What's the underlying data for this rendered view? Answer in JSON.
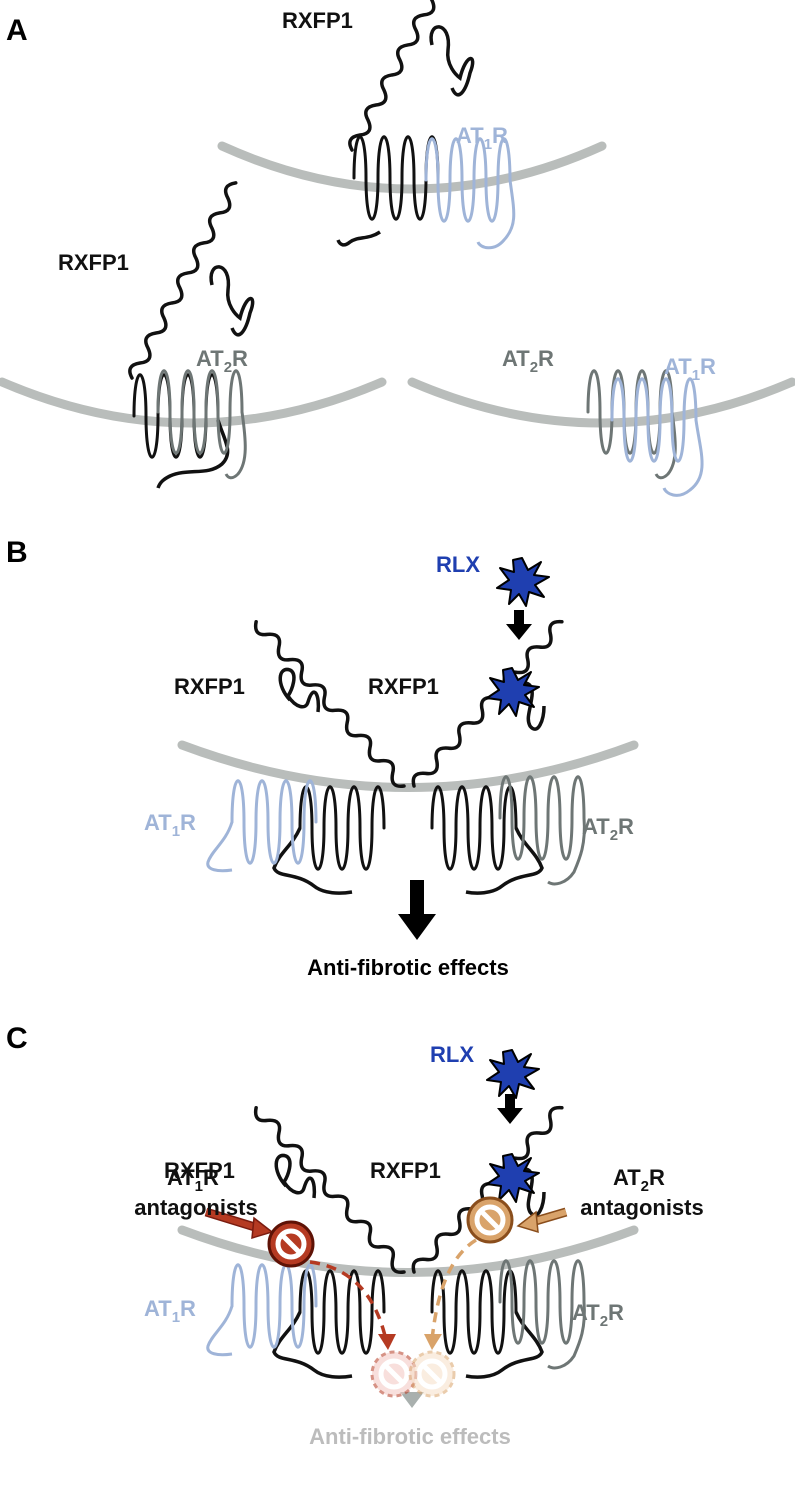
{
  "colors": {
    "rxfp1": "#111111",
    "at1r": "#9fb4d8",
    "at2r": "#6e7675",
    "membrane": "#b9bdbb",
    "rlx": "#1f3fb0",
    "at1_antagonist": "#b53a22",
    "at2_antagonist": "#d9a36a",
    "faded_text": "#bcbcbc"
  },
  "icons": [
    "rlx-star-icon",
    "down-arrow-icon",
    "prohibited-icon"
  ],
  "panels": {
    "a": {
      "letter": "A",
      "top": {
        "rxfp1": "RXFP1",
        "at1": {
          "main": "AT",
          "sub": "1",
          "end": "R"
        }
      },
      "left": {
        "rxfp1": "RXFP1",
        "at2": {
          "main": "AT",
          "sub": "2",
          "end": "R"
        }
      },
      "right": {
        "at2": {
          "main": "AT",
          "sub": "2",
          "end": "R"
        },
        "at1": {
          "main": "AT",
          "sub": "1",
          "end": "R"
        }
      }
    },
    "b": {
      "letter": "B",
      "rlx": "RLX",
      "rxfp1_left": "RXFP1",
      "rxfp1_right": "RXFP1",
      "at1": {
        "main": "AT",
        "sub": "1",
        "end": "R"
      },
      "at2": {
        "main": "AT",
        "sub": "2",
        "end": "R"
      },
      "effect": "Anti-fibrotic effects"
    },
    "c": {
      "letter": "C",
      "rlx": "RLX",
      "rxfp1_left": "RXFP1",
      "rxfp1_right": "RXFP1",
      "at1_antagonists": {
        "main": "AT",
        "sub": "1",
        "end": "R",
        "line2": "antagonists"
      },
      "at2_antagonists": {
        "main": "AT",
        "sub": "2",
        "end": "R",
        "line2": "antagonists"
      },
      "at1": {
        "main": "AT",
        "sub": "1",
        "end": "R"
      },
      "at2": {
        "main": "AT",
        "sub": "2",
        "end": "R"
      },
      "effect": "Anti-fibrotic effects"
    }
  }
}
